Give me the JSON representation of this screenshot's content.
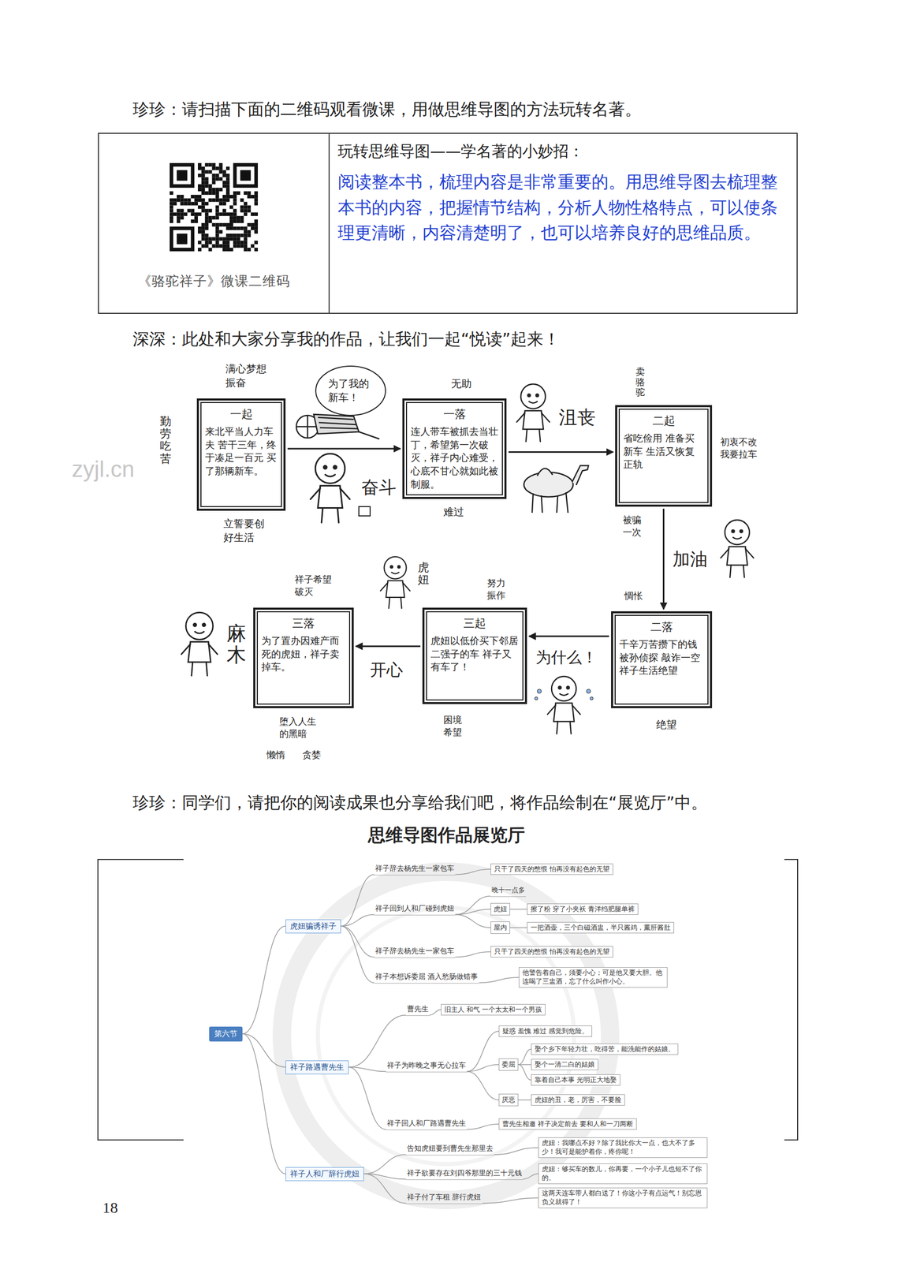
{
  "diagram": {
    "title": "思维导图作品展览厅",
    "nodes": [
      {
        "text": [
          "《骆驼祥子》微课二维码"
        ]
      },
      {
        "text": [
          "玩转思维导图——学名著的小妙招：",
          "阅读整本书，梳理内容是非常重要的。用思维导图去梳理整本书的内容，把握情节结构，分析人物性格特点，可以使条理更清晰，内容清楚明了，也可以培养良好的思维品质。"
        ]
      },
      {
        "text": [
          "一起",
          "来北平当人力车夫 苦干三年，终于凑足一百元 买了那辆新车。"
        ]
      },
      {
        "text": [
          "一落",
          "连人带车被抓去当壮丁，希望第一次破灭，祥子内心难受，心底不甘心就如此被制服。"
        ]
      },
      {
        "text": [
          "二起",
          "省吃俭用 准备买新车 生活又恢复正轨"
        ]
      },
      {
        "text": [
          "二落",
          "千辛万苦攒下的钱 被孙侦探 敲诈一空 祥子生活绝望"
        ]
      },
      {
        "text": [
          "三起",
          "虎妞以低价买下邻居二强子的车 祥子又有车了！"
        ]
      },
      {
        "text": [
          "三落",
          "为了置办因难产而死的虎妞，祥子卖掉车。"
        ]
      },
      {
        "text": [
          "第六节"
        ]
      },
      {
        "text": [
          "虎妞骗诱祥子"
        ]
      },
      {
        "text": [
          "祥子辞去杨先生一家包车"
        ]
      },
      {
        "text": [
          "只干了四天的憋恨 怕再没有起色的无望"
        ]
      },
      {
        "text": [
          "祥子回到人和厂碰到虎妞"
        ]
      },
      {
        "text": [
          "晚十一点多"
        ]
      },
      {
        "text": [
          "虎妞"
        ]
      },
      {
        "text": [
          "擦了粉 穿了小夹袄 青洋绉肥腿单裤"
        ]
      },
      {
        "text": [
          "屋内"
        ]
      },
      {
        "text": [
          "一把酒壶，三个白磁酒盅，半只酱鸡，薰肝酱肚"
        ]
      },
      {
        "text": [
          "祥子辞去杨先生一家包车"
        ]
      },
      {
        "text": [
          "只干了四天的憋恨 怕再没有起色的无望"
        ]
      },
      {
        "text": [
          "祥子本想诉委屈 酒入愁肠做错事"
        ]
      },
      {
        "text": [
          "他警告着自己，须要小心；可是他又要大胆。他连喝了三盅酒，忘了什么叫作小心。"
        ]
      },
      {
        "text": [
          "祥子路遇曹先生"
        ]
      },
      {
        "text": [
          "曹先生"
        ]
      },
      {
        "text": [
          "旧主人 和气 一个太太和一个男孩"
        ]
      },
      {
        "text": [
          "祥子为昨晚之事无心拉车"
        ]
      },
      {
        "text": [
          "疑惑 羞愧 难过 感觉到危险。"
        ]
      },
      {
        "text": [
          "委屈"
        ]
      },
      {
        "text": [
          "娶个乡下年轻力壮，吃得苦，能洗能作的姑娘。"
        ]
      },
      {
        "text": [
          "娶个一清二白的姑娘"
        ]
      },
      {
        "text": [
          "靠着自己本事 光明正大地娶"
        ]
      },
      {
        "text": [
          "厌恶"
        ]
      },
      {
        "text": [
          "虎妞的丑，老，厉害，不要脸"
        ]
      },
      {
        "text": [
          "祥子回人和厂路遇曹先生"
        ]
      },
      {
        "text": [
          "曹先生相邀 祥子决定前去 要和人和一刀两断"
        ]
      },
      {
        "text": [
          "祥子人和厂辞行虎妞"
        ]
      },
      {
        "text": [
          "告知虎妞要到曹先生那里去"
        ]
      },
      {
        "text": [
          "虎妞：我哪点不好？除了我比你大一点，也大不了多少！我可是能护着你，疼你呢！"
        ]
      },
      {
        "text": [
          "祥子欲要存在刘四爷那里的三十元钱"
        ]
      },
      {
        "text": [
          "虎妞：够买车的数儿，你再要，一个小子儿也短不了你的。"
        ]
      },
      {
        "text": [
          "祥子付了车租 辞行虎妞"
        ]
      },
      {
        "text": [
          "这两天连车带人都白送了！你这小子有点运气！别忘恩负义就得了！"
        ]
      }
    ],
    "edges": [
      {
        "from": 2,
        "to": 3,
        "arrow": "to"
      },
      {
        "from": 3,
        "to": 4,
        "arrow": "to"
      },
      {
        "from": 4,
        "to": 5,
        "arrow": "to"
      },
      {
        "from": 5,
        "to": 6,
        "arrow": "to"
      },
      {
        "from": 6,
        "to": 7,
        "arrow": "to"
      },
      {
        "from": 8,
        "to": 9,
        "arrow": "none"
      },
      {
        "from": 8,
        "to": 22,
        "arrow": "none"
      },
      {
        "from": 8,
        "to": 35,
        "arrow": "none"
      },
      {
        "from": 9,
        "to": 10,
        "arrow": "none"
      },
      {
        "from": 9,
        "to": 12,
        "arrow": "none"
      },
      {
        "from": 9,
        "to": 18,
        "arrow": "none"
      },
      {
        "from": 9,
        "to": 20,
        "arrow": "none"
      },
      {
        "from": 10,
        "to": 11,
        "arrow": "none"
      },
      {
        "from": 12,
        "to": 13,
        "arrow": "none"
      },
      {
        "from": 12,
        "to": 14,
        "arrow": "none"
      },
      {
        "from": 12,
        "to": 16,
        "arrow": "none"
      },
      {
        "from": 14,
        "to": 15,
        "arrow": "none"
      },
      {
        "from": 16,
        "to": 17,
        "arrow": "none"
      },
      {
        "from": 18,
        "to": 19,
        "arrow": "none"
      },
      {
        "from": 20,
        "to": 21,
        "arrow": "none"
      },
      {
        "from": 22,
        "to": 23,
        "arrow": "none"
      },
      {
        "from": 22,
        "to": 25,
        "arrow": "none"
      },
      {
        "from": 22,
        "to": 33,
        "arrow": "none"
      },
      {
        "from": 23,
        "to": 24,
        "arrow": "none"
      },
      {
        "from": 25,
        "to": 26,
        "arrow": "none"
      },
      {
        "from": 25,
        "to": 27,
        "arrow": "none"
      },
      {
        "from": 25,
        "to": 31,
        "arrow": "none"
      },
      {
        "from": 27,
        "to": 28,
        "arrow": "none"
      },
      {
        "from": 27,
        "to": 29,
        "arrow": "none"
      },
      {
        "from": 27,
        "to": 30,
        "arrow": "none"
      },
      {
        "from": 31,
        "to": 32,
        "arrow": "none"
      },
      {
        "from": 33,
        "to": 34,
        "arrow": "none"
      },
      {
        "from": 35,
        "to": 36,
        "arrow": "none"
      },
      {
        "from": 35,
        "to": 38,
        "arrow": "none"
      },
      {
        "from": 35,
        "to": 40,
        "arrow": "none"
      },
      {
        "from": 36,
        "to": 37,
        "arrow": "none"
      },
      {
        "from": 38,
        "to": 39,
        "arrow": "none"
      },
      {
        "from": 40,
        "to": 41,
        "arrow": "none"
      }
    ],
    "labels": [
      "珍珍：请扫描下面的二维码观看微课，用做思维导图的方法玩转名著。",
      "深深：此处和大家分享我的作品，让我们一起“悦读”起来！",
      "zyjl.cn",
      "满心梦想 振奋",
      "勤劳吃苦",
      "立誓要创 好生活",
      "为了我的新车！",
      "奋斗",
      "无助",
      "难过",
      "沮丧",
      "卖骆驼",
      "初衷不改 我要拉车",
      "被骗 一次",
      "加油",
      "惆怅",
      "绝望",
      "为什么！",
      "努力 振作",
      "虎妞",
      "困境 希望",
      "开心",
      "祥子希望 破灭",
      "麻木",
      "堕入人生 的黑暗",
      "懒惰",
      "贪婪",
      "珍珍：同学们，请把你的阅读成果也分享给我们吧，将作品绘制在“展览厅”中。",
      "18"
    ]
  }
}
